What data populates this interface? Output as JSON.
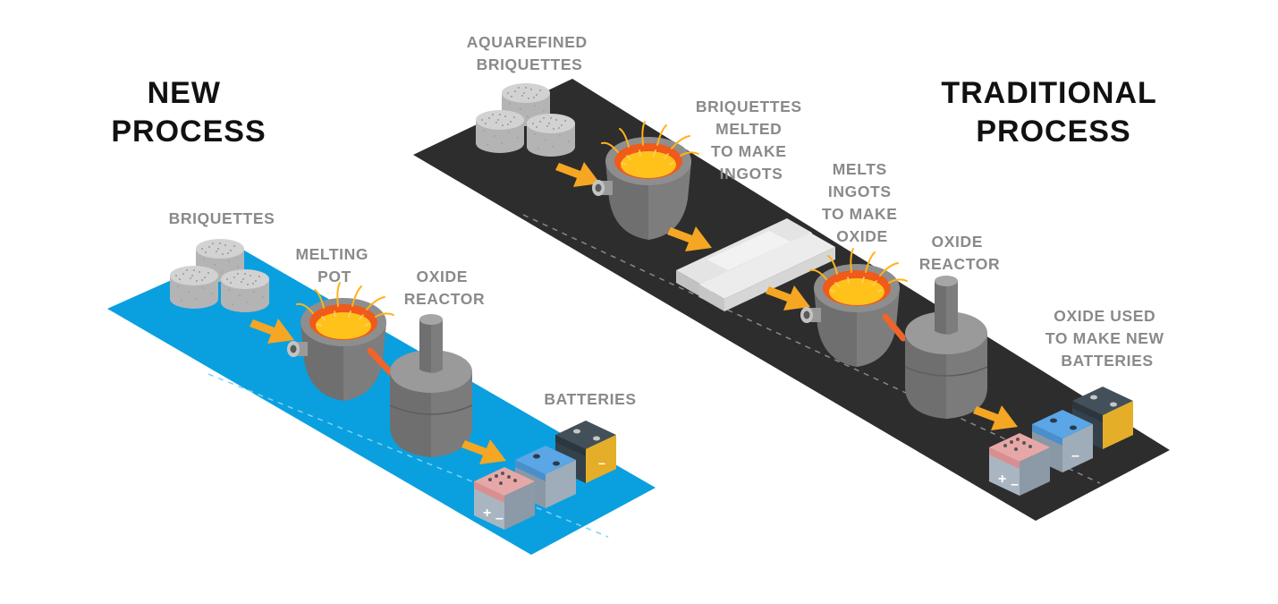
{
  "new_process": {
    "title": [
      "NEW",
      "PROCESS"
    ],
    "labels": {
      "briquettes": [
        "BRIQUETTES"
      ],
      "melting_pot": [
        "MELTING",
        "POT"
      ],
      "oxide_reactor": [
        "OXIDE",
        "REACTOR"
      ],
      "batteries": [
        "BATTERIES"
      ]
    }
  },
  "traditional_process": {
    "title": [
      "TRADITIONAL",
      "PROCESS"
    ],
    "labels": {
      "aquarefined": [
        "AQUAREFINED",
        "BRIQUETTES"
      ],
      "melted_to_ingots": [
        "BRIQUETTES",
        "MELTED",
        "TO MAKE",
        "INGOTS"
      ],
      "ingots_to_oxide": [
        "MELTS",
        "INGOTS",
        "TO MAKE",
        "OXIDE"
      ],
      "oxide_reactor": [
        "OXIDE",
        "REACTOR"
      ],
      "new_batteries": [
        "OXIDE USED",
        "TO MAKE NEW",
        "BATTERIES"
      ]
    }
  },
  "colors": {
    "new_belt": "#0aa0df",
    "traditional_belt": "#2d2d2d",
    "arrow": "#f5a623",
    "molten": "#ffc21a",
    "molten_rim": "#f05a1a",
    "steel": "#808080",
    "heading": "#111111",
    "label": "#8a8a8a"
  }
}
